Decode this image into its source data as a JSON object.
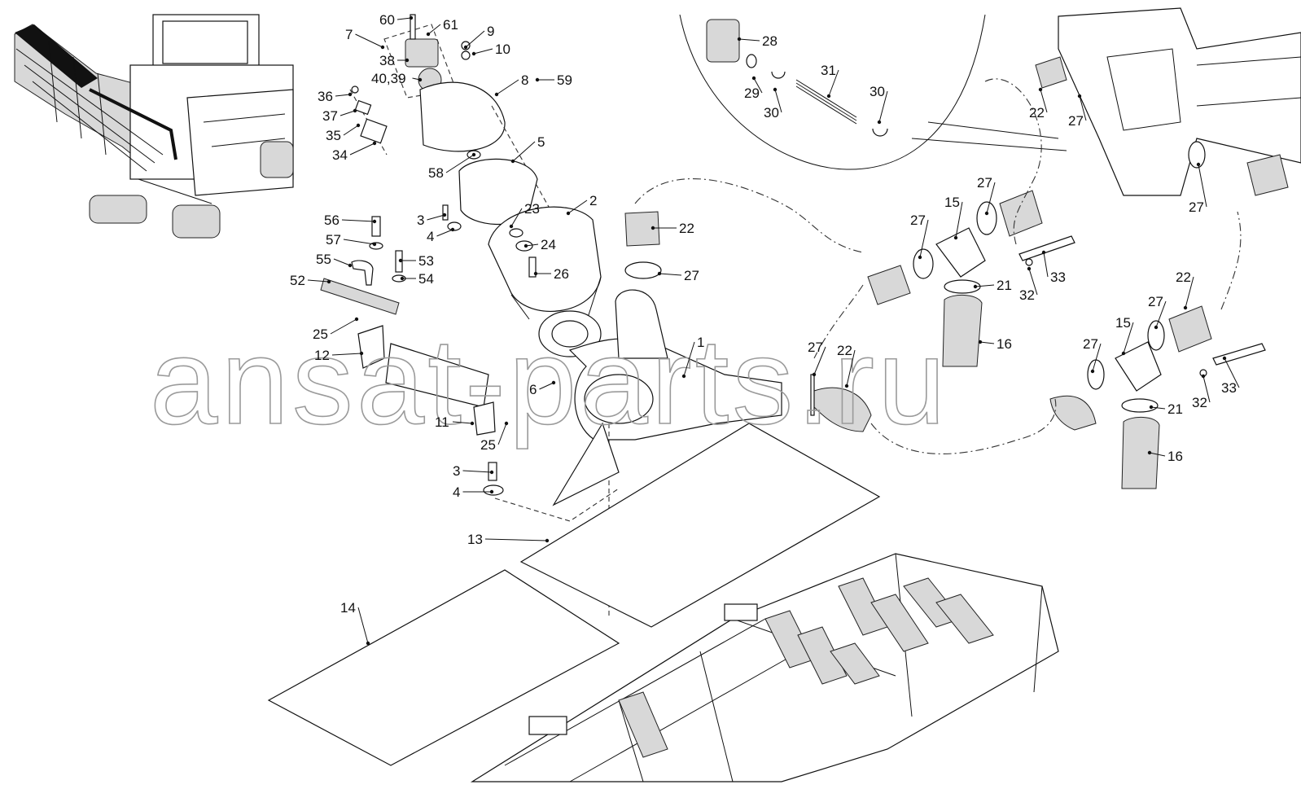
{
  "watermark": "ansat-parts.ru",
  "callouts": [
    {
      "id": "c60",
      "text": "60"
    },
    {
      "id": "c61",
      "text": "61"
    },
    {
      "id": "c7",
      "text": "7"
    },
    {
      "id": "c9",
      "text": "9"
    },
    {
      "id": "c10",
      "text": "10"
    },
    {
      "id": "c38",
      "text": "38"
    },
    {
      "id": "c4039",
      "text": "40,39"
    },
    {
      "id": "c8",
      "text": "8"
    },
    {
      "id": "c59",
      "text": "59"
    },
    {
      "id": "c36",
      "text": "36"
    },
    {
      "id": "c37",
      "text": "37"
    },
    {
      "id": "c35",
      "text": "35"
    },
    {
      "id": "c34",
      "text": "34"
    },
    {
      "id": "c58",
      "text": "58"
    },
    {
      "id": "c5",
      "text": "5"
    },
    {
      "id": "c2",
      "text": "2"
    },
    {
      "id": "c3a",
      "text": "3"
    },
    {
      "id": "c23",
      "text": "23"
    },
    {
      "id": "c4a",
      "text": "4"
    },
    {
      "id": "c24",
      "text": "24"
    },
    {
      "id": "c26",
      "text": "26"
    },
    {
      "id": "c56",
      "text": "56"
    },
    {
      "id": "c57",
      "text": "57"
    },
    {
      "id": "c55",
      "text": "55"
    },
    {
      "id": "c53",
      "text": "53"
    },
    {
      "id": "c52",
      "text": "52"
    },
    {
      "id": "c54",
      "text": "54"
    },
    {
      "id": "c25a",
      "text": "25"
    },
    {
      "id": "c12",
      "text": "12"
    },
    {
      "id": "c11",
      "text": "11"
    },
    {
      "id": "c25b",
      "text": "25"
    },
    {
      "id": "c6",
      "text": "6"
    },
    {
      "id": "c1",
      "text": "1"
    },
    {
      "id": "c3b",
      "text": "3"
    },
    {
      "id": "c4b",
      "text": "4"
    },
    {
      "id": "c13",
      "text": "13"
    },
    {
      "id": "c14",
      "text": "14"
    },
    {
      "id": "c22a",
      "text": "22"
    },
    {
      "id": "c27a",
      "text": "27"
    },
    {
      "id": "c27b",
      "text": "27"
    },
    {
      "id": "c22b",
      "text": "22"
    },
    {
      "id": "c28",
      "text": "28"
    },
    {
      "id": "c29",
      "text": "29"
    },
    {
      "id": "c30a",
      "text": "30"
    },
    {
      "id": "c31",
      "text": "31"
    },
    {
      "id": "c30b",
      "text": "30"
    },
    {
      "id": "c22c",
      "text": "22"
    },
    {
      "id": "c27c",
      "text": "27"
    },
    {
      "id": "c27d",
      "text": "27"
    },
    {
      "id": "c27e",
      "text": "27"
    },
    {
      "id": "c15a",
      "text": "15"
    },
    {
      "id": "c27f",
      "text": "27"
    },
    {
      "id": "c21a",
      "text": "21"
    },
    {
      "id": "c32a",
      "text": "32"
    },
    {
      "id": "c33a",
      "text": "33"
    },
    {
      "id": "c16a",
      "text": "16"
    },
    {
      "id": "c22d",
      "text": "22"
    },
    {
      "id": "c27g",
      "text": "27"
    },
    {
      "id": "c15b",
      "text": "15"
    },
    {
      "id": "c27h",
      "text": "27"
    },
    {
      "id": "c21b",
      "text": "21"
    },
    {
      "id": "c32b",
      "text": "32"
    },
    {
      "id": "c33b",
      "text": "33"
    },
    {
      "id": "c16b",
      "text": "16"
    }
  ]
}
